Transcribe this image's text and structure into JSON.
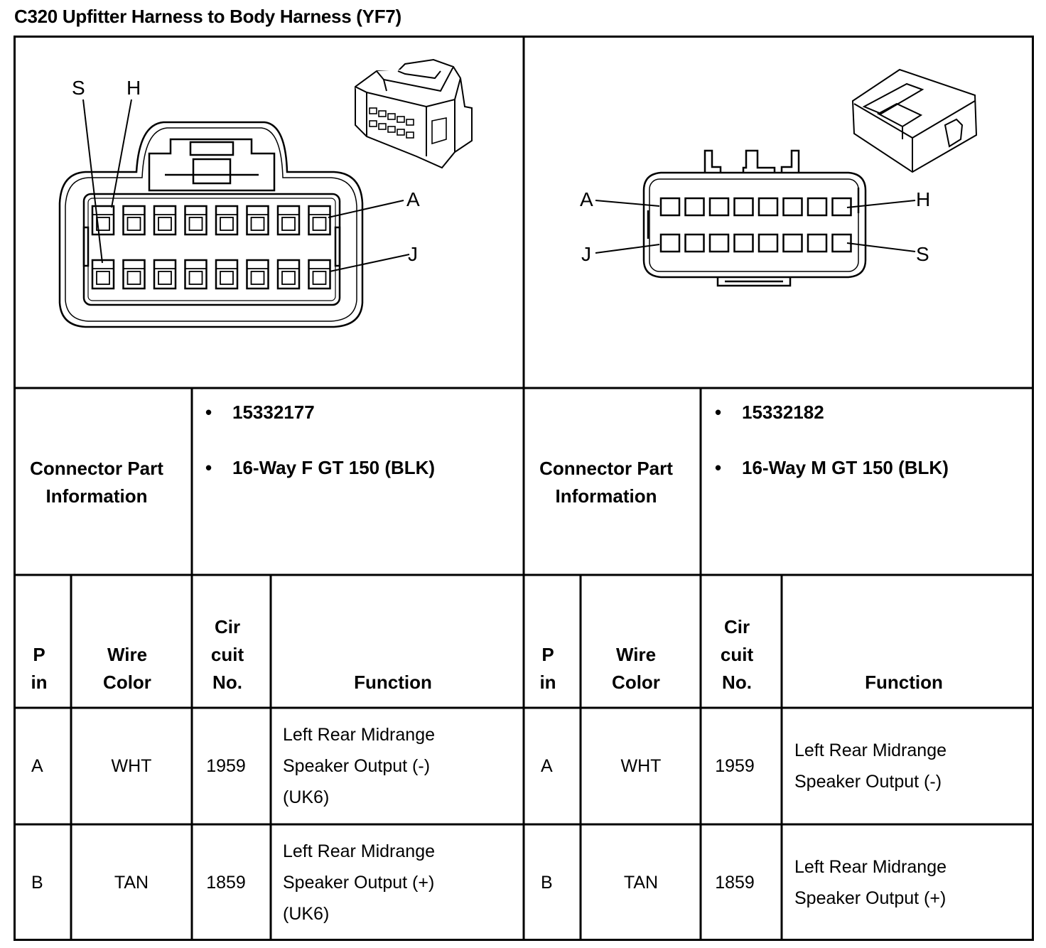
{
  "title": "C320 Upfitter Harness to Body Harness (YF7)",
  "left": {
    "connector_part_info_label": "Connector Part Information",
    "part_number": "15332177",
    "description": "16-Way F GT 150 (BLK)",
    "pin_labels": {
      "s": "S",
      "h": "H",
      "a": "A",
      "j": "J"
    },
    "columns": {
      "pin": "P in",
      "wire_color": "Wire Color",
      "circuit": "Cir cuit No.",
      "function": "Function"
    },
    "rows": [
      {
        "pin": "A",
        "wire_color": "WHT",
        "circuit": "1959",
        "function": "Left Rear Midrange Speaker Output (-) (UK6)"
      },
      {
        "pin": "B",
        "wire_color": "TAN",
        "circuit": "1859",
        "function": "Left Rear Midrange Speaker Output (+) (UK6)"
      }
    ]
  },
  "right": {
    "connector_part_info_label": "Connector Part Information",
    "part_number": "15332182",
    "description": "16-Way M GT 150 (BLK)",
    "pin_labels": {
      "a": "A",
      "j": "J",
      "h": "H",
      "s": "S"
    },
    "columns": {
      "pin": "P in",
      "wire_color": "Wire Color",
      "circuit": "Cir cuit No.",
      "function": "Function"
    },
    "rows": [
      {
        "pin": "A",
        "wire_color": "WHT",
        "circuit": "1959",
        "function": "Left Rear Midrange Speaker Output (-)"
      },
      {
        "pin": "B",
        "wire_color": "TAN",
        "circuit": "1859",
        "function": "Left Rear Midrange Speaker Output (+)"
      }
    ]
  },
  "bullet": "•"
}
